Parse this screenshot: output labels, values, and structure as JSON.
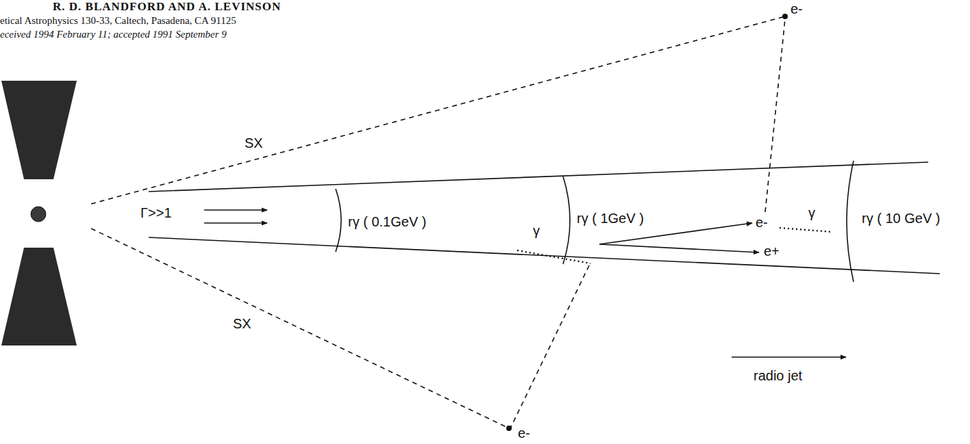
{
  "diagram": {
    "labels": [
      "R. D. BLANDFORD AND A. LEVINSON",
      "etical Astrophysics 130-33, Caltech, Pasadena, CA 91125",
      "eceived 1994 February 11; accepted 1991 September 9",
      "e-",
      "SX",
      "Γ>>1",
      "rγ ( 0.1GeV )",
      "γ",
      "rγ ( 1GeV )",
      "e-",
      "γ",
      "rγ ( 10 GeV )",
      "e+",
      "SX",
      "radio jet",
      "e-"
    ]
  }
}
